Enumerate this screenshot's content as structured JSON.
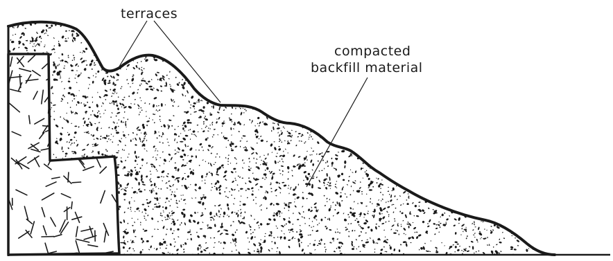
{
  "labels": {
    "terraces": "terraces",
    "backfill_line1": "compacted",
    "backfill_line2": "backfill material"
  },
  "colors": {
    "ink": "#1a1a1a",
    "background": "#ffffff"
  }
}
